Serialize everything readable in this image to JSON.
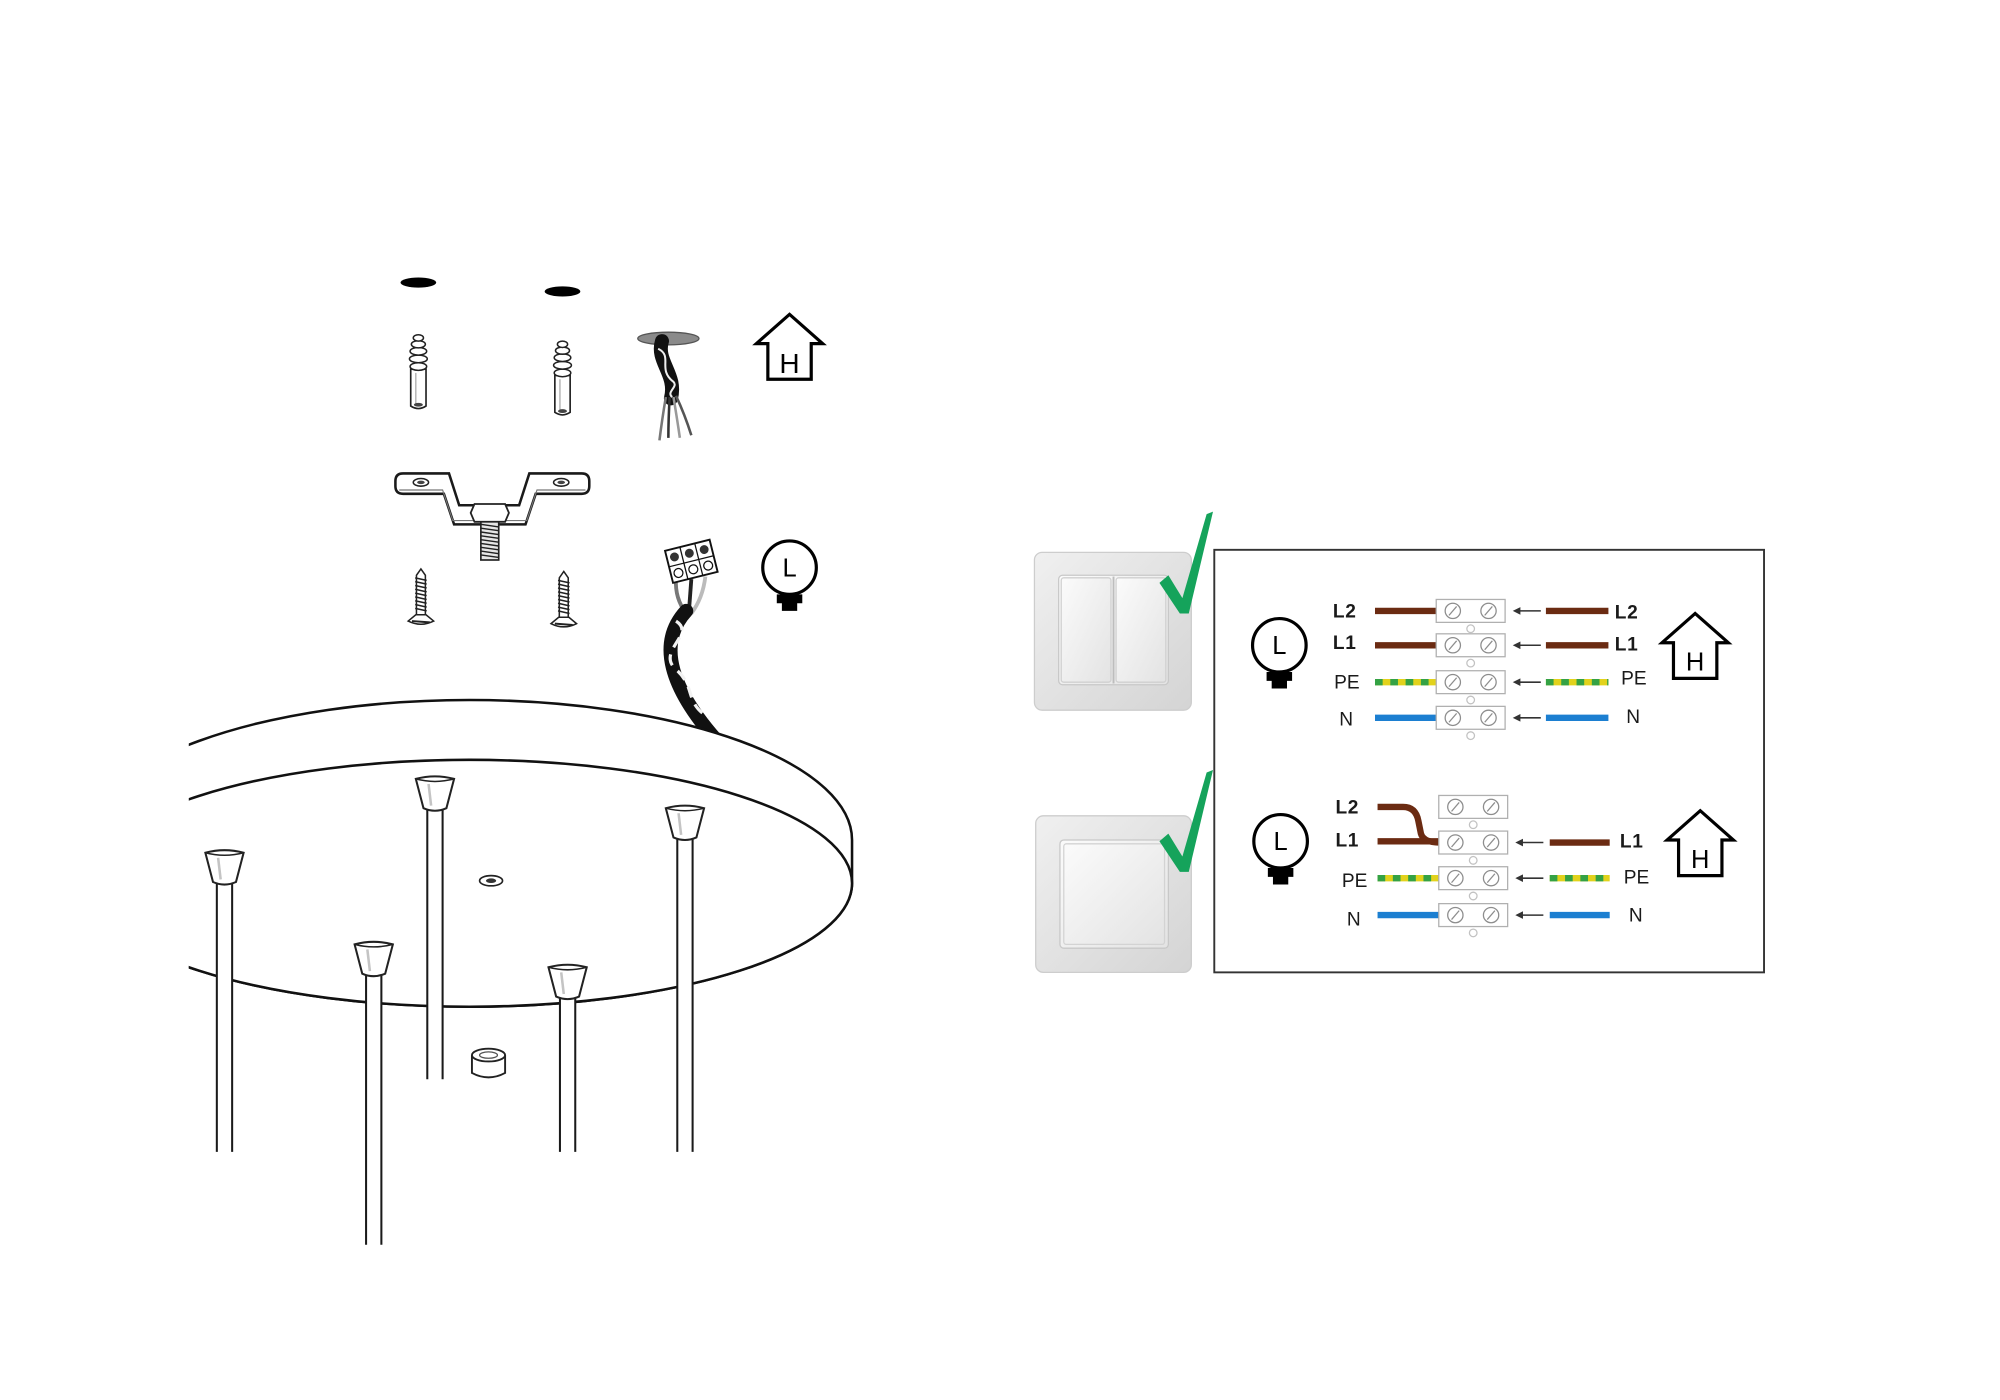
{
  "assembly": {
    "house_symbol": {
      "icon": "house-icon",
      "label": "H"
    },
    "lamp_symbol": {
      "icon": "lamp-icon",
      "label": "L"
    }
  },
  "wiring": {
    "double_switch": {
      "switch_icon": "double-switch-icon",
      "status_icon": "check-icon",
      "lamp_symbol": {
        "icon": "lamp-icon",
        "label": "L"
      },
      "house_symbol": {
        "icon": "house-icon",
        "label": "H"
      },
      "lamp_side_labels": [
        "L2",
        "L1",
        "PE",
        "N"
      ],
      "house_side_labels": [
        "L2",
        "L1",
        "PE",
        "N"
      ]
    },
    "single_switch": {
      "switch_icon": "single-switch-icon",
      "status_icon": "check-icon",
      "lamp_symbol": {
        "icon": "lamp-icon",
        "label": "L"
      },
      "house_symbol": {
        "icon": "house-icon",
        "label": "H"
      },
      "lamp_side_labels": [
        "L2",
        "L1",
        "PE",
        "N"
      ],
      "house_side_labels": [
        "L1",
        "PE",
        "N"
      ]
    }
  },
  "colors": {
    "live_wire": "#6b2b12",
    "earth_wire": "#e2d21c",
    "earth_stripe": "#34a244",
    "neutral_wire": "#1c7fd1",
    "check": "#15a35b"
  }
}
